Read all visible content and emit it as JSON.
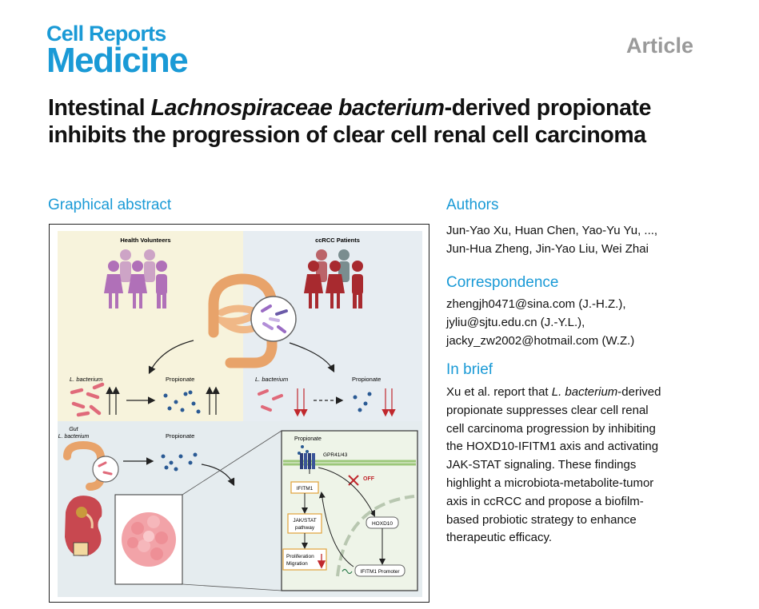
{
  "journal": {
    "line1": "Cell Reports",
    "line2": "Medicine"
  },
  "article_type": "Article",
  "title": {
    "part1": "Intestinal ",
    "italic": "Lachnospiraceae bacterium",
    "part2": "-derived propionate inhibits the progression of clear cell renal cell carcinoma"
  },
  "graphical_abstract": {
    "heading": "Graphical abstract",
    "labels": {
      "health": "Health Volunteers",
      "patients": "ccRCC Patients",
      "lbact_left": "L. bacterium",
      "prop_left": "Propionate",
      "lbact_right": "L. bacterium",
      "prop_right": "Propionate",
      "gut1": "Gut",
      "gut2": "L. bacterium",
      "prop_gut": "Propionate",
      "prop_cell": "Propionate",
      "receptor": "GPR41/43",
      "off": "OFF",
      "ifitm1": "IFITM1",
      "jak1": "JAK/STAT",
      "jak2": "pathway",
      "prolif1": "Proliferation",
      "prolif2": "Migration",
      "hoxd10": "HOXD10",
      "promoter": "IFITM1 Promoter"
    },
    "colors": {
      "left_bg": "#f7f3dc",
      "right_bg": "#e7edf2",
      "bottom_bg": "#e5ecef",
      "cell_bg": "#eef4e8",
      "healthy_people": "#b070b8",
      "patient_people": "#a82a2f"
    }
  },
  "authors": {
    "heading": "Authors",
    "line1": "Jun-Yao Xu, Huan Chen, Yao-Yu Yu, ...,",
    "line2": "Jun-Hua Zheng, Jin-Yao Liu, Wei Zhai"
  },
  "correspondence": {
    "heading": "Correspondence",
    "emails": [
      "zhengjh0471@sina.com (J.-H.Z.),",
      "jyliu@sjtu.edu.cn (J.-Y.L.),",
      "jacky_zw2002@hotmail.com (W.Z.)"
    ]
  },
  "in_brief": {
    "heading": "In brief",
    "lines": [
      {
        "pre": "Xu et al. report that ",
        "it": "L. bacterium",
        "post": "-derived"
      },
      {
        "pre": "propionate suppresses clear cell renal",
        "it": "",
        "post": ""
      },
      {
        "pre": "cell carcinoma progression by inhibiting",
        "it": "",
        "post": ""
      },
      {
        "pre": "the HOXD10-IFITM1 axis and activating",
        "it": "",
        "post": ""
      },
      {
        "pre": "JAK-STAT signaling. These findings",
        "it": "",
        "post": ""
      },
      {
        "pre": "highlight a microbiota-metabolite-tumor",
        "it": "",
        "post": ""
      },
      {
        "pre": "axis in ccRCC and propose a biofilm-",
        "it": "",
        "post": ""
      },
      {
        "pre": "based probiotic strategy to enhance",
        "it": "",
        "post": ""
      },
      {
        "pre": "therapeutic efficacy.",
        "it": "",
        "post": ""
      }
    ]
  }
}
